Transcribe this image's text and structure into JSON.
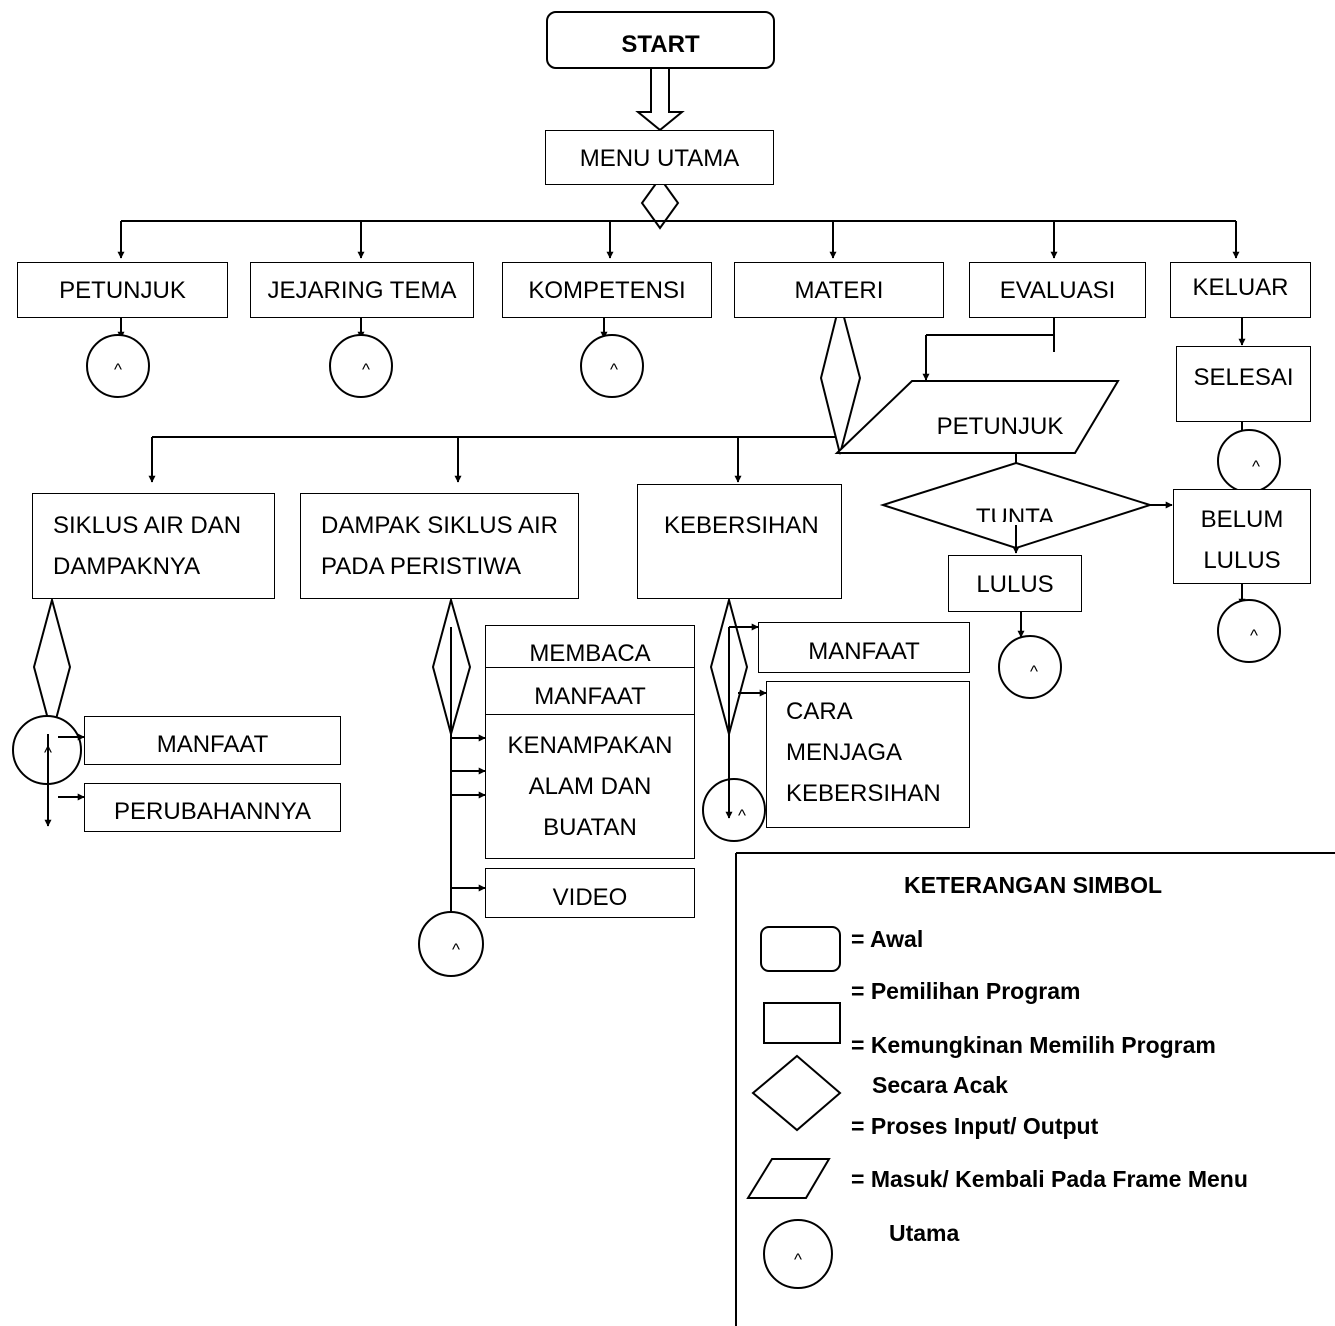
{
  "nodes": {
    "start": "START",
    "menu_utama": "MENU UTAMA",
    "menu_items": {
      "petunjuk": "PETUNJUK",
      "jejaring_tema": "JEJARING TEMA",
      "kompetensi": "KOMPETENSI",
      "materi": "MATERI",
      "evaluasi": "EVALUASI",
      "keluar": "KELUAR"
    },
    "selesai": "SELESAI",
    "petunjuk_eval": "PETUNJUK",
    "tuntas": "TUNTA",
    "belum_lulus_1": "BELUM",
    "belum_lulus_2": "LULUS",
    "lulus": "LULUS",
    "siklus_1": "SIKLUS AIR DAN",
    "siklus_2": "DAMPAKNYA",
    "dampak_1": "DAMPAK SIKLUS AIR",
    "dampak_2": "PADA PERISTIWA",
    "kebersihan": "KEBERSIHAN",
    "siklus_sub": {
      "manfaat": "MANFAAT",
      "perubahannya": "PERUBAHANNYA"
    },
    "dampak_sub": {
      "membaca": "MEMBACA",
      "manfaat": "MANFAAT",
      "kenampakan_1": "KENAMPAKAN",
      "kenampakan_2": "ALAM DAN",
      "kenampakan_3": "BUATAN",
      "video": "VIDEO"
    },
    "kebersihan_sub": {
      "manfaat": "MANFAAT",
      "cara_1": "CARA",
      "cara_2": "MENJAGA",
      "cara_3": "KEBERSIHAN"
    },
    "connector_symbol": "^"
  },
  "legend": {
    "title": "KETERANGAN SIMBOL",
    "awal": "= Awal",
    "pemilihan": "= Pemilihan Program",
    "kemungkinan_1": "= Kemungkinan Memilih Program",
    "kemungkinan_2": "Secara Acak",
    "proses": "= Proses Input/ Output",
    "masuk_1": "= Masuk/ Kembali Pada Frame Menu",
    "masuk_2": "Utama",
    "connector_symbol": "^"
  }
}
